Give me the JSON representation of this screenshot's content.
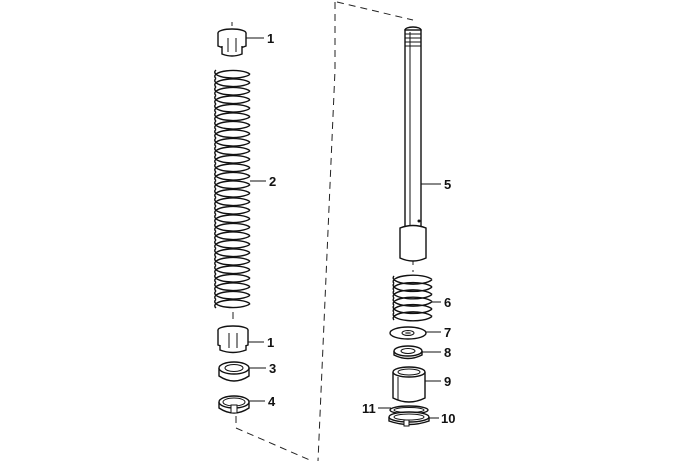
{
  "callouts": {
    "c1a": "1",
    "c2": "2",
    "c1b": "1",
    "c3": "3",
    "c4": "4",
    "c5": "5",
    "c6": "6",
    "c7": "7",
    "c8": "8",
    "c9": "9",
    "c11": "11",
    "c10": "10"
  },
  "colors": {
    "line": "#111111",
    "background": "#ffffff"
  }
}
